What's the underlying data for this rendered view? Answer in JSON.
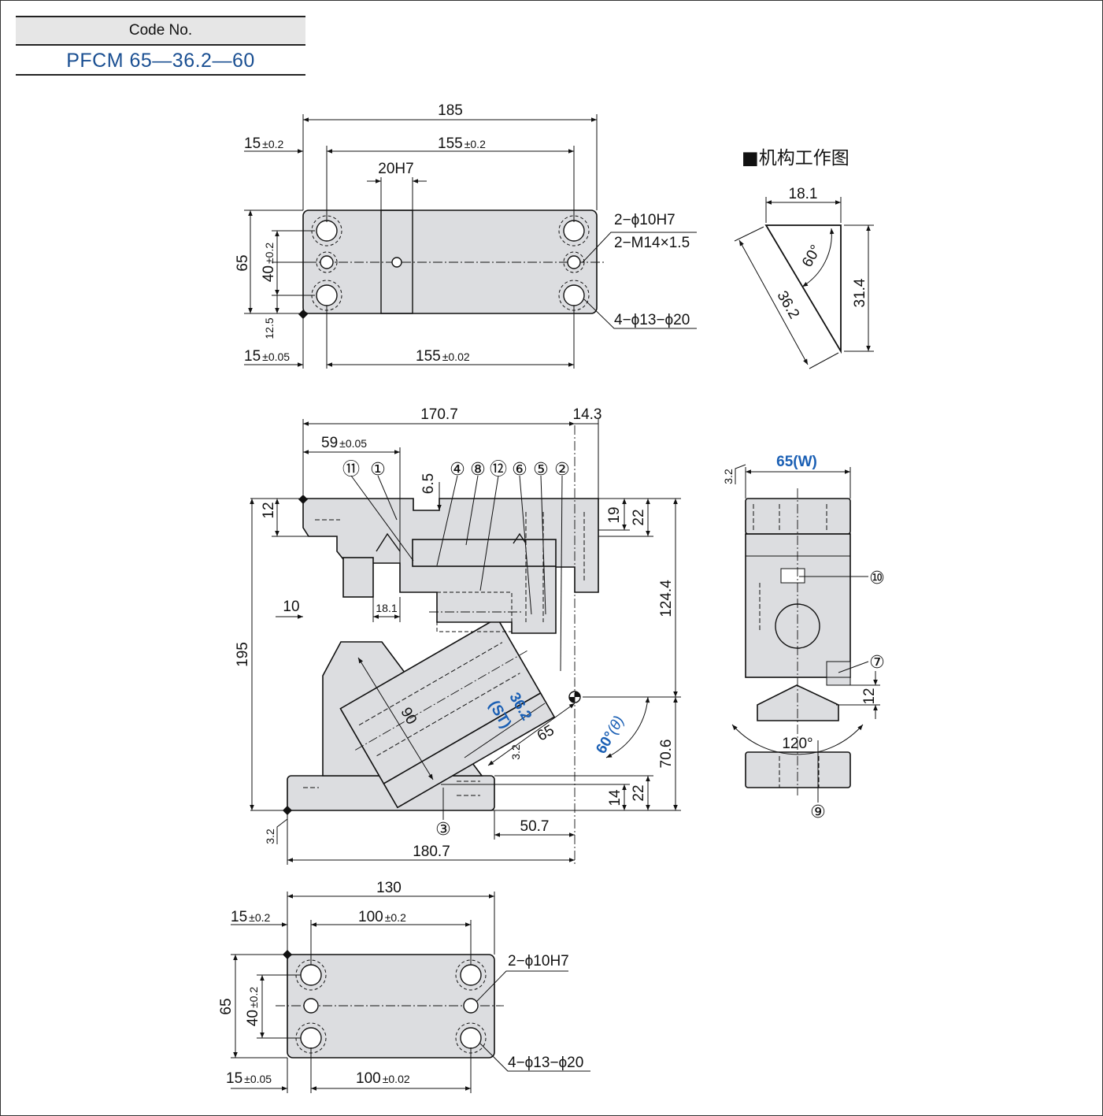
{
  "code": {
    "header": "Code No.",
    "value": "PFCM 65—36.2—60"
  },
  "top_view": {
    "overall": "185",
    "pitch": "155",
    "pitch_tol": "±0.2",
    "edge": "15",
    "edge_tol": "±0.2",
    "slot": "20H7",
    "height": "65",
    "inner_h": "40",
    "inner_h_tol": "±0.2",
    "bottom_offset": "12.5",
    "edge2": "15",
    "edge2_tol": "±0.05",
    "pitch2": "155",
    "pitch2_tol": "±0.02",
    "hole_note_1": "2−ϕ10H7",
    "hole_note_2": "2−M14×1.5",
    "hole_note_3": "4−ϕ13−ϕ20"
  },
  "mechanism": {
    "title": "■机构工作图",
    "width": "18.1",
    "angle": "60°",
    "stroke": "36.2",
    "height": "31.4"
  },
  "front_view": {
    "d_170": "170.7",
    "d_14": "14.3",
    "d_59": "59",
    "d_59_tol": "±0.05",
    "d_6": "6.5",
    "d_12": "12",
    "d_19": "19",
    "d_22": "22",
    "d_124": "124.4",
    "d_10": "10",
    "d_18": "18.1",
    "d_195": "195",
    "d_90": "90",
    "d_st": "36.2",
    "d_st_label": "(ST)",
    "d_65": "65",
    "d_angle": "60°",
    "d_theta": "(θ)",
    "d_70": "70.6",
    "d_14b": "14",
    "d_22b": "22",
    "d_50": "50.7",
    "d_180": "180.7",
    "rough": "3.2",
    "parts": [
      "⑪",
      "①",
      "④",
      "⑧",
      "⑫",
      "⑥",
      "⑤",
      "②",
      "③"
    ]
  },
  "side_view": {
    "width": "65",
    "width_label": "(W)",
    "angle": "120°",
    "d_12": "12",
    "rough": "3.2",
    "parts": [
      "⑩",
      "⑦",
      "⑨"
    ]
  },
  "bottom_view": {
    "overall": "130",
    "pitch": "100",
    "pitch_tol": "±0.2",
    "edge": "15",
    "edge_tol": "±0.2",
    "height": "65",
    "inner_h": "40",
    "inner_h_tol": "±0.2",
    "edge2": "15",
    "edge2_tol": "±0.05",
    "pitch2": "100",
    "pitch2_tol": "±0.02",
    "hole_note_1": "2−ϕ10H7",
    "hole_note_2": "4−ϕ13−ϕ20"
  }
}
